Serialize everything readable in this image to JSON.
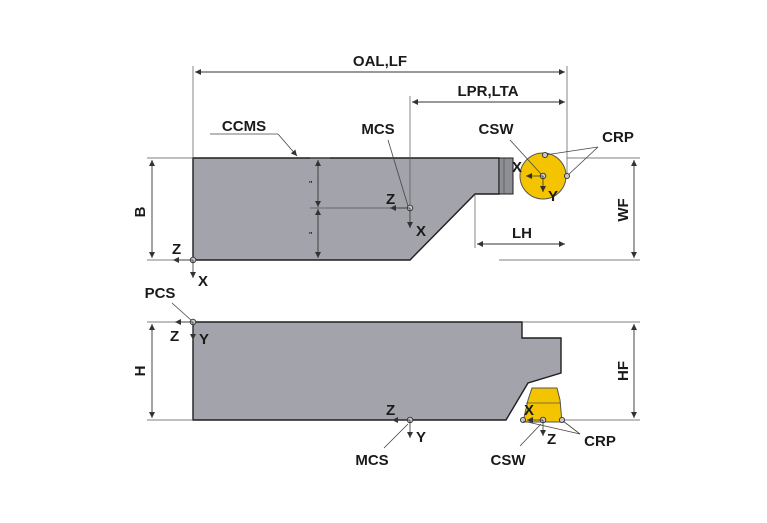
{
  "labels": {
    "oal_lf": "OAL,LF",
    "lpr_lta": "LPR,LTA",
    "ccms": "CCMS",
    "mcs": "MCS",
    "csw": "CSW",
    "crp": "CRP",
    "b": "B",
    "wf": "WF",
    "lh": "LH",
    "pcs": "PCS",
    "h": "H",
    "hf": "HF",
    "x": "X",
    "y": "Y",
    "z": "Z"
  },
  "colors": {
    "body": "#a3a3ab",
    "insert": "#f5c400",
    "outline": "#1e1e1e"
  }
}
